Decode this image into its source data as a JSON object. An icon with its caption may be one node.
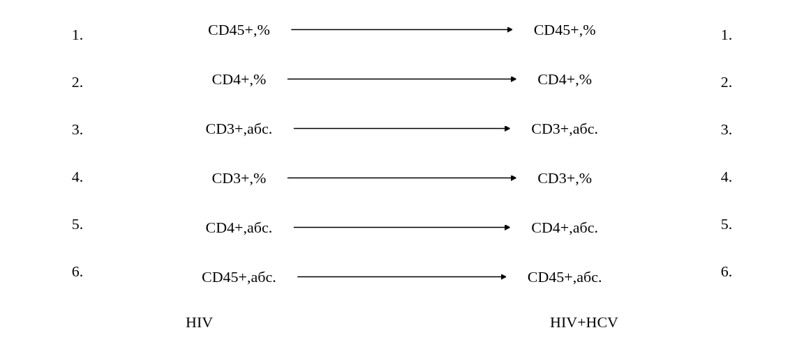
{
  "diagram": {
    "nodes": [
      {
        "text": [
          "CD45+,%"
        ]
      },
      {
        "text": [
          "CD4+,%"
        ]
      },
      {
        "text": [
          "CD3+,абс."
        ]
      },
      {
        "text": [
          "CD3+,%"
        ]
      },
      {
        "text": [
          "CD4+,абс."
        ]
      },
      {
        "text": [
          "CD45+,абс."
        ]
      },
      {
        "text": [
          "CD45+,%"
        ]
      },
      {
        "text": [
          "CD4+,%"
        ]
      },
      {
        "text": [
          "CD4+,абс."
        ]
      },
      {
        "text": [
          "CD45+,абс."
        ]
      },
      {
        "text": [
          "CD3+,абс."
        ]
      },
      {
        "text": [
          "CD3+,%"
        ]
      }
    ],
    "edges": [
      {
        "from": 0,
        "to": 6,
        "arrow": "to"
      },
      {
        "from": 1,
        "to": 7,
        "arrow": "to"
      },
      {
        "from": 2,
        "to": 10,
        "arrow": "to"
      },
      {
        "from": 3,
        "to": 11,
        "arrow": "to"
      },
      {
        "from": 4,
        "to": 8,
        "arrow": "to"
      },
      {
        "from": 5,
        "to": 9,
        "arrow": "to"
      }
    ],
    "labels": [
      "1.",
      "1.",
      "2.",
      "2.",
      "3.",
      "3.",
      "4.",
      "4.",
      "5.",
      "5.",
      "6.",
      "6.",
      "HIV",
      "HIV+HCV"
    ]
  }
}
